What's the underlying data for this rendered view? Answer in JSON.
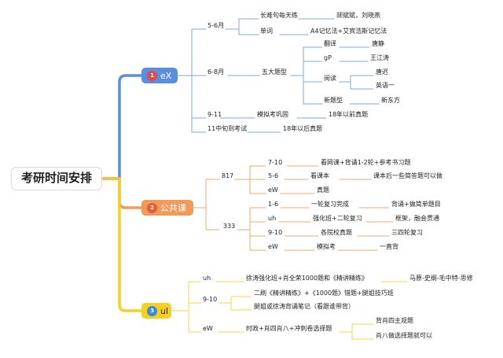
{
  "root": "考研时间安排",
  "branches": {
    "b1": {
      "index": "1",
      "label": "eX",
      "color": "#5b8fde",
      "items": {
        "a": {
          "time": "5-6月",
          "rows": [
            {
              "topic": "长难句每天练",
              "note": "颉斌斌，刘晓燕"
            },
            {
              "topic": "单词",
              "note": "A4记忆法+艾宾浩斯记忆法"
            }
          ]
        },
        "b": {
          "time": "6-8月",
          "topic": "五大题型",
          "sub": [
            {
              "name": "翻译",
              "note": "唐静"
            },
            {
              "name": "gP",
              "note": "王江涛"
            },
            {
              "name": "阅读",
              "notes": [
                "唐迟",
                "英语一"
              ]
            },
            {
              "name": "新题型",
              "note": "新东方"
            }
          ]
        },
        "c": {
          "time": "9-11",
          "topic": "模拟考巩固",
          "note": "18年以前真题"
        },
        "d": {
          "time": "11中旬到考试",
          "note": "18年以后真题"
        }
      }
    },
    "b2": {
      "index": "2",
      "label": "公共课",
      "color": "#f19a59",
      "items": {
        "a": {
          "code": "817",
          "rows": [
            {
              "time": "7-10",
              "text": "看网课+背诵1-2轮+参考书习题"
            },
            {
              "time": "5-6",
              "text": "看课本",
              "note": "课本后一些简答题可以做"
            },
            {
              "time": "eW",
              "text": "真题"
            }
          ]
        },
        "b": {
          "code": "333",
          "rows": [
            {
              "time": "1-6",
              "text": "一轮复习完成",
              "note": "背诵+做简单题目"
            },
            {
              "time": "uh",
              "text": "强化班+二轮复习",
              "note": "框架，融会贯通"
            },
            {
              "time": "9-10",
              "text": "各院校真题",
              "note": "三四轮复习"
            },
            {
              "time": "eW",
              "text": "模拟考",
              "note": "一直背"
            }
          ]
        }
      }
    },
    "b3": {
      "index": "3",
      "label": "ul",
      "color": "#f5d020",
      "items": {
        "a": {
          "time": "uh",
          "text": "徐涛强化班+肖全荣1000题和《精讲精练》",
          "note": "马原-史纲-毛中特-思修"
        },
        "b": {
          "time": "9-10",
          "rows": [
            "二刷《精讲精练》+《1000题》错题+腿姐技巧班",
            "腿姐或徐涛背诵笔记（看跟谁带背）"
          ]
        },
        "c": {
          "time": "eW",
          "text": "时政+肖四肖八+冲刺卷选择题",
          "notes": [
            "背肖四主观题",
            "肖八做选择题就可以"
          ]
        }
      }
    }
  }
}
